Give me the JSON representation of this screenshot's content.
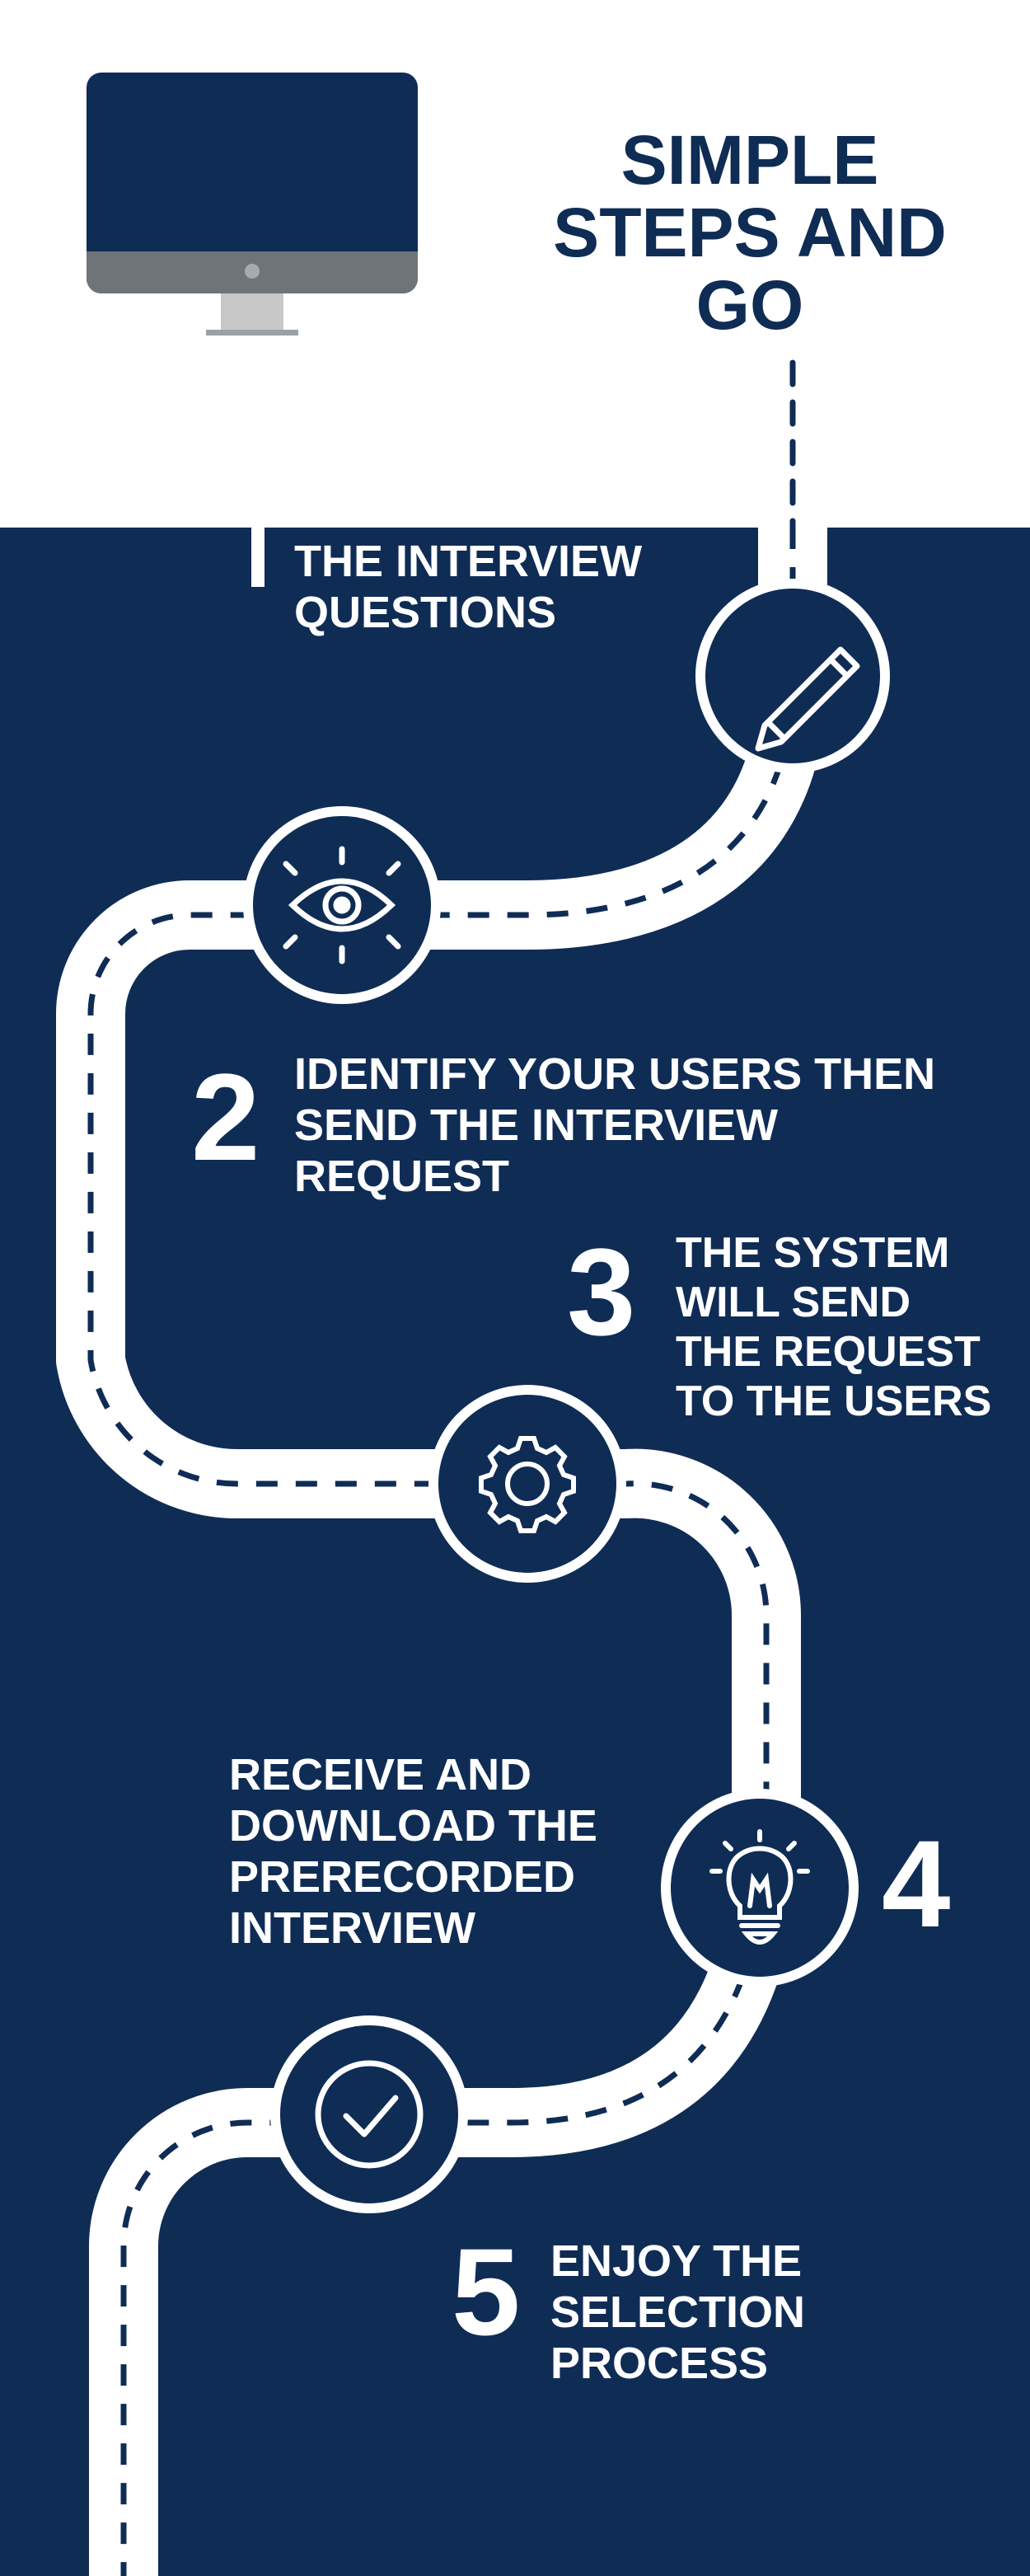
{
  "title": {
    "lines": [
      "SIMPLE",
      "STEPS AND",
      "GO"
    ]
  },
  "steps": [
    {
      "number": "",
      "lines": [
        "THE INTERVIEW",
        "QUESTIONS"
      ],
      "icon": "pencil-icon"
    },
    {
      "number": "2",
      "lines": [
        "IDENTIFY YOUR USERS THEN",
        "SEND THE INTERVIEW",
        "REQUEST"
      ],
      "icon": "eye-icon"
    },
    {
      "number": "3",
      "lines": [
        "THE SYSTEM",
        "WILL SEND",
        "THE REQUEST",
        "TO THE USERS"
      ],
      "icon": "gear-icon"
    },
    {
      "number": "4",
      "lines": [
        "RECEIVE AND",
        "DOWNLOAD THE",
        "PRERECORDED",
        "INTERVIEW"
      ],
      "icon": "lightbulb-icon"
    },
    {
      "number": "5",
      "lines": [
        "ENJOY THE",
        "SELECTION",
        "PROCESS"
      ],
      "icon": "checkmark-icon"
    }
  ],
  "colors": {
    "navy": "#0f2c55",
    "white": "#ffffff",
    "monitor_stand": "#c8c8c8",
    "monitor_chin": "#6f7479"
  }
}
